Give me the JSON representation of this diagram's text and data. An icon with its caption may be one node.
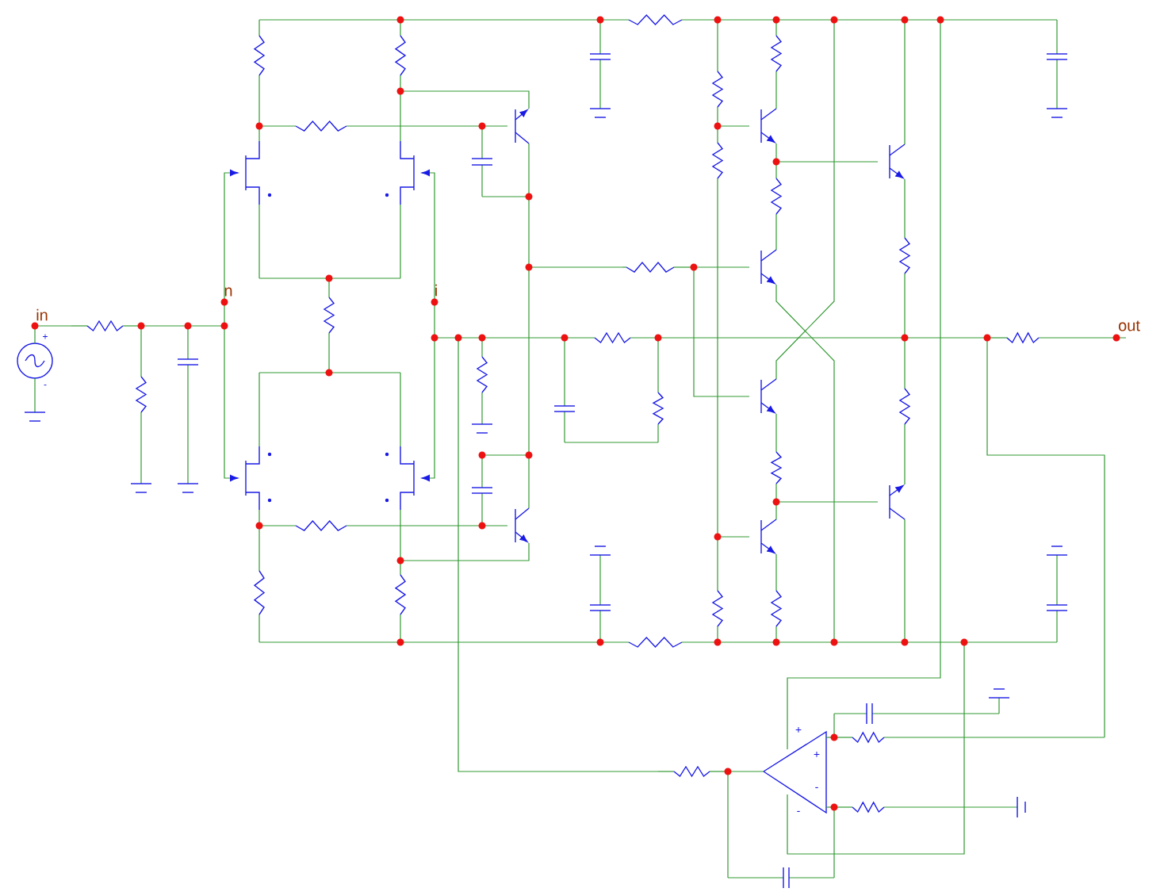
{
  "diagram": {
    "labels": [
      "n",
      "i",
      "in",
      "out",
      "+",
      "-",
      "+",
      "+",
      "-",
      "-"
    ]
  }
}
